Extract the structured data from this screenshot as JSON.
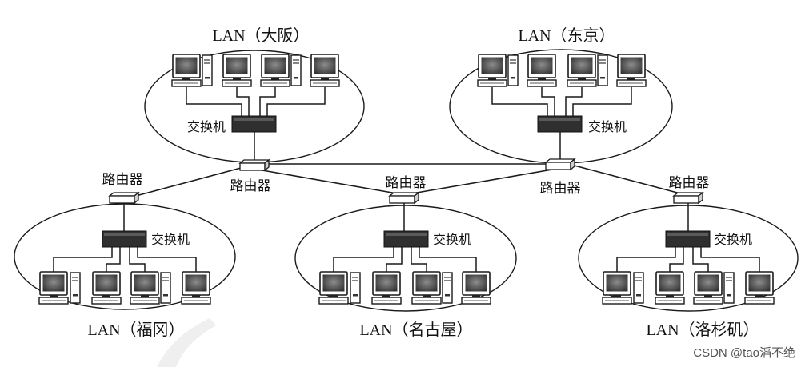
{
  "lans": {
    "osaka": {
      "label": "LAN（大阪）",
      "switch_label": "交换机"
    },
    "tokyo": {
      "label": "LAN（东京）",
      "switch_label": "交换机"
    },
    "fukuoka": {
      "label": "LAN（福冈）",
      "switch_label": "交换机"
    },
    "nagoya": {
      "label": "LAN（名古屋）",
      "switch_label": "交换机"
    },
    "los_angeles": {
      "label": "LAN（洛杉矶）",
      "switch_label": "交换机"
    }
  },
  "routers": {
    "osaka": {
      "label": "路由器"
    },
    "tokyo": {
      "label": "路由器"
    },
    "fukuoka": {
      "label": "路由器"
    },
    "nagoya": {
      "label": "路由器"
    },
    "los_angeles": {
      "label": "路由器"
    }
  },
  "watermark": "CSDN @tao滔不绝",
  "icons": {
    "host": "computer-icon",
    "host_case": "computer-tower-icon",
    "switch": "switch-icon",
    "router": "router-icon"
  }
}
